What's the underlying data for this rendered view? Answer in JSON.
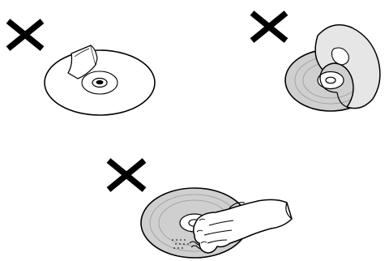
{
  "figure": {
    "panels": [
      {
        "id": "sticker-on-disc",
        "mark": "cross-icon",
        "illustration": "disc-with-sticker"
      },
      {
        "id": "warped-disc",
        "mark": "cross-icon",
        "illustration": "disc-with-peeling-label"
      },
      {
        "id": "touching-disc-surface",
        "mark": "cross-icon",
        "illustration": "hand-on-disc-surface"
      }
    ],
    "colors": {
      "ink": "#000000",
      "disc_light": "#ffffff",
      "disc_gray": "#cfcfcf",
      "label_gray": "#e6e6e6"
    }
  }
}
